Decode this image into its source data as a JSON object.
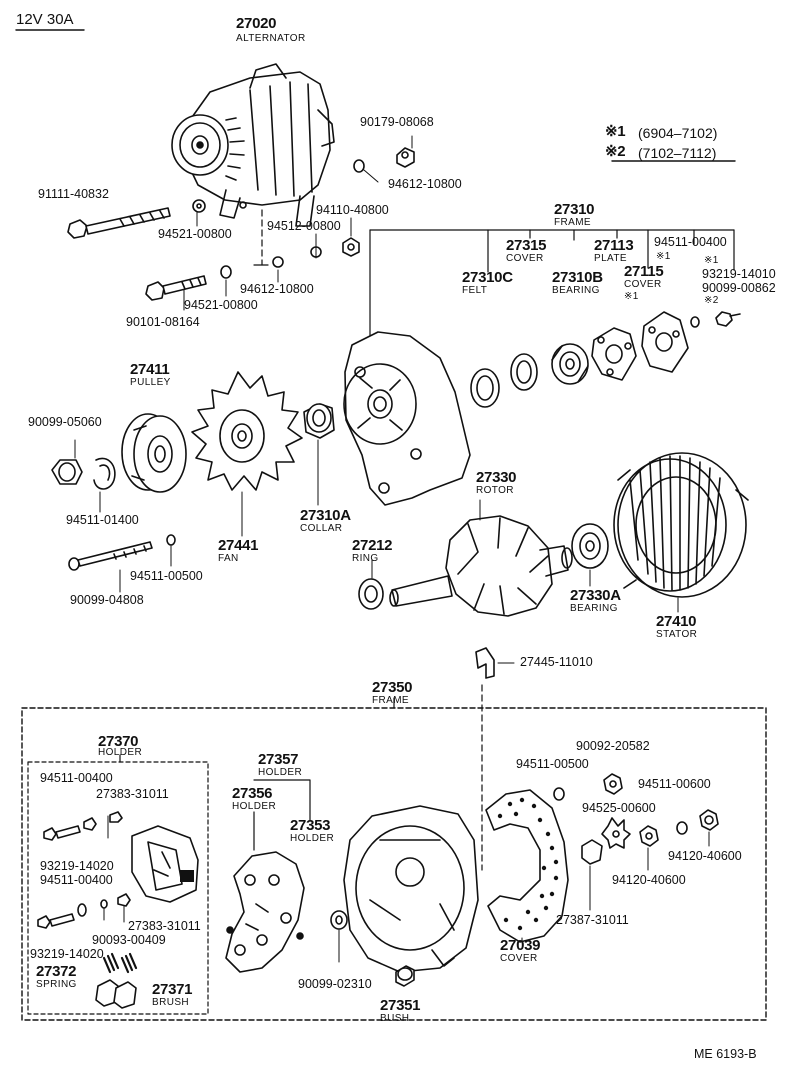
{
  "header": {
    "spec": "12V 30A",
    "doc_code": "ME 6193-B"
  },
  "notes": [
    {
      "mark": "※1",
      "text": "(6904–7102)"
    },
    {
      "mark": "※2",
      "text": "(7102–7112)"
    }
  ],
  "parts": {
    "alternator": {
      "num": "27020",
      "name": "ALTERNATOR"
    },
    "bolt_91111": {
      "num": "91111-40832"
    },
    "washer_94521_a": {
      "num": "94521-00800"
    },
    "nut_90179": {
      "num": "90179-08068"
    },
    "washer_94612_a": {
      "num": "94612-10800"
    },
    "nut_94110": {
      "num": "94110-40800"
    },
    "washer_94512": {
      "num": "94512-00800"
    },
    "washer_94612_b": {
      "num": "94612-10800"
    },
    "washer_94521_b": {
      "num": "94521-00800"
    },
    "bolt_90101": {
      "num": "90101-08164"
    },
    "frame_27310": {
      "num": "27310",
      "name": "FRAME"
    },
    "cover_27315": {
      "num": "27315",
      "name": "COVER"
    },
    "plate_27113": {
      "num": "27113",
      "name": "PLATE"
    },
    "washer_94511_00400_top": {
      "num": "94511-00400",
      "mark": "※1"
    },
    "felt_27310c": {
      "num": "27310C",
      "name": "FELT"
    },
    "bearing_27310b": {
      "num": "27310B",
      "name": "BEARING"
    },
    "cover_27115": {
      "num": "27115",
      "name": "COVER",
      "mark": "※1"
    },
    "screw_93219_top": {
      "num": "93219-14010",
      "mark": "※1"
    },
    "screw_90099_00862": {
      "num": "90099-00862",
      "mark": "※2"
    },
    "pulley_27411": {
      "num": "27411",
      "name": "PULLEY"
    },
    "nut_90099_05060": {
      "num": "90099-05060"
    },
    "washer_94511_01400": {
      "num": "94511-01400"
    },
    "fan_27441": {
      "num": "27441",
      "name": "FAN"
    },
    "collar_27310a": {
      "num": "27310A",
      "name": "COLLAR"
    },
    "rotor_27330": {
      "num": "27330",
      "name": "ROTOR"
    },
    "ring_27212": {
      "num": "27212",
      "name": "RING"
    },
    "bearing_27330a": {
      "num": "27330A",
      "name": "BEARING"
    },
    "stator_27410": {
      "num": "27410",
      "name": "STATOR"
    },
    "washer_94511_00500_mid": {
      "num": "94511-00500"
    },
    "bolt_90099_04808": {
      "num": "90099-04808"
    },
    "clip_27445": {
      "num": "27445-11010"
    },
    "frame_27350": {
      "num": "27350",
      "name": "FRAME"
    },
    "holder_27370": {
      "num": "27370",
      "name": "HOLDER"
    },
    "washer_94511_00400_a": {
      "num": "94511-00400"
    },
    "screw_27383_a": {
      "num": "27383-31011"
    },
    "screw_93219_a": {
      "num": "93219-14020"
    },
    "washer_94511_00400_b": {
      "num": "94511-00400"
    },
    "washer_90093": {
      "num": "90093-00409"
    },
    "screw_27383_b": {
      "num": "27383-31011"
    },
    "screw_93219_b": {
      "num": "93219-14020"
    },
    "spring_27372": {
      "num": "27372",
      "name": "SPRING"
    },
    "brush_27371": {
      "num": "27371",
      "name": "BRUSH"
    },
    "holder_27357": {
      "num": "27357",
      "name": "HOLDER"
    },
    "holder_27356": {
      "num": "27356",
      "name": "HOLDER"
    },
    "holder_27353": {
      "num": "27353",
      "name": "HOLDER"
    },
    "washer_90099_02310": {
      "num": "90099-02310"
    },
    "bush_27351": {
      "num": "27351",
      "name": "BUSH"
    },
    "washer_94511_00500_low": {
      "num": "94511-00500"
    },
    "nut_90092": {
      "num": "90092-20582"
    },
    "washer_94511_00600": {
      "num": "94511-00600"
    },
    "washer_94525": {
      "num": "94525-00600"
    },
    "nut_94120_a": {
      "num": "94120-40600"
    },
    "nut_94120_b": {
      "num": "94120-40600"
    },
    "cover_27039": {
      "num": "27039",
      "name": "COVER"
    },
    "insulator_27387": {
      "num": "27387-31011"
    }
  }
}
